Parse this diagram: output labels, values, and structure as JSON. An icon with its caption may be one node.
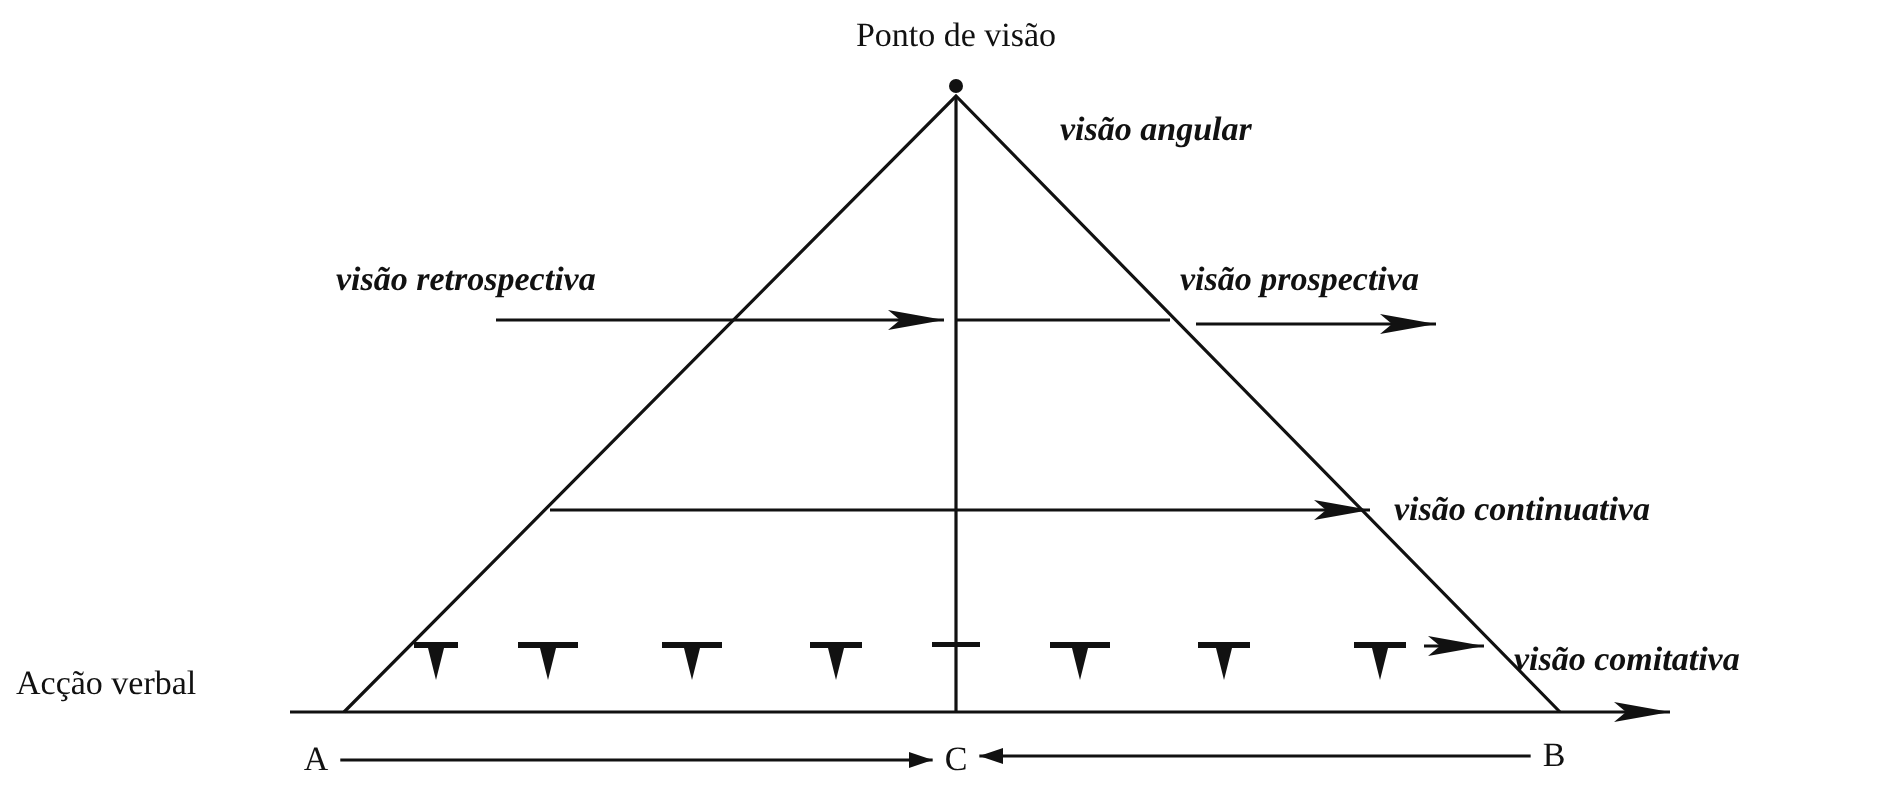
{
  "diagram": {
    "nodes": [
      {
        "text": [
          "A"
        ]
      },
      {
        "text": [
          "C"
        ]
      },
      {
        "text": [
          "B"
        ]
      }
    ],
    "edges": [
      {
        "from": 0,
        "to": 1,
        "arrow": "to"
      },
      {
        "from": 2,
        "to": 1,
        "arrow": "to"
      }
    ],
    "labels": [
      "Ponto de visão",
      "visão angular",
      "visão retrospectiva",
      "visão prospectiva",
      "visão continuativa",
      "visão comitativa",
      "Acção verbal"
    ]
  }
}
